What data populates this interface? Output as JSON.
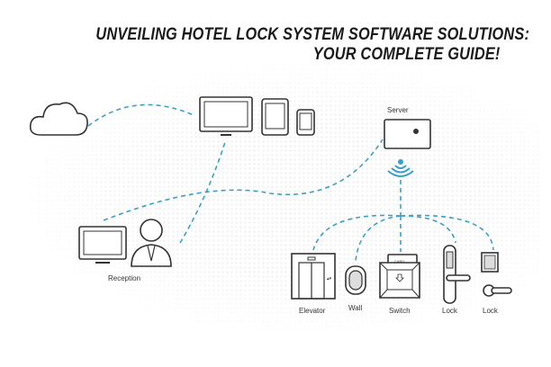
{
  "title": {
    "line1": "UNVEILING HOTEL LOCK SYSTEM SOFTWARE SOLUTIONS:",
    "line2": "YOUR COMPLETE GUIDE!"
  },
  "diagram": {
    "server_label": "Server",
    "reception_label": "Reception",
    "card_text": "CARD",
    "devices": [
      {
        "label": "Elevator"
      },
      {
        "label": "Wall"
      },
      {
        "label": "Switch"
      },
      {
        "label": "Lock"
      },
      {
        "label": "Lock"
      }
    ]
  },
  "colors": {
    "connection": "#3aa0c8",
    "icon_stroke": "#333333",
    "title": "#1a1a1a"
  }
}
